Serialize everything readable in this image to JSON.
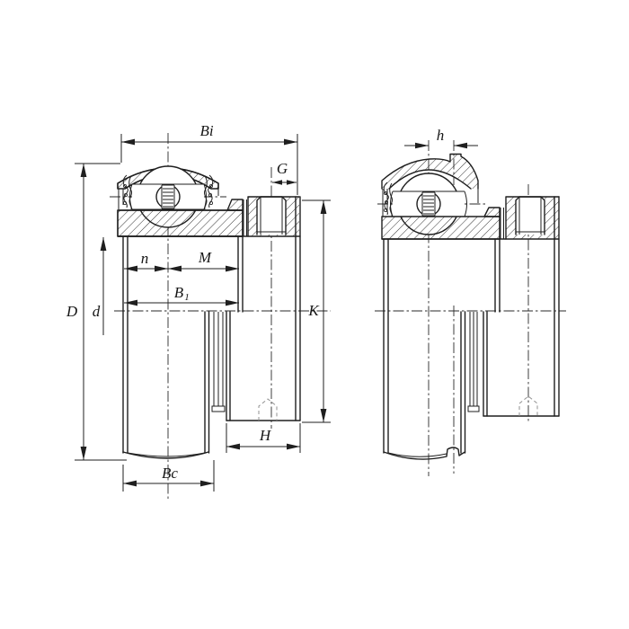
{
  "drawing": {
    "left_view": {
      "bi": "Bi",
      "g": "G",
      "n": "n",
      "m": "M",
      "b1_base": "B",
      "b1_sub": "1",
      "d_outer": "D",
      "d_bore": "d",
      "k": "K",
      "h_width": "H",
      "bc": "Bc"
    },
    "right_view": {
      "h": "h"
    },
    "colors": {
      "line": "#1f1f1f",
      "background": "#ffffff",
      "hidden": "#909090"
    }
  }
}
